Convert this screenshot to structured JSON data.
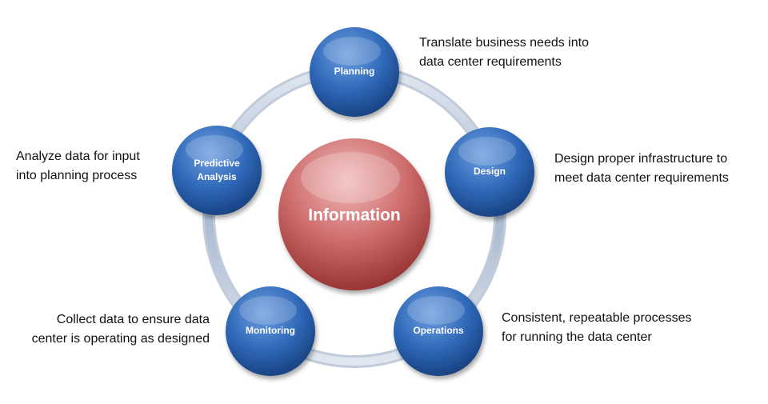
{
  "center": {
    "label": "Information"
  },
  "stages": [
    {
      "id": "planning",
      "lines": [
        "Planning"
      ],
      "desc": [
        "Translate business needs into",
        "data center requirements"
      ]
    },
    {
      "id": "design",
      "lines": [
        "Design"
      ],
      "desc": [
        "Design proper infrastructure to",
        "meet data center requirements"
      ]
    },
    {
      "id": "operations",
      "lines": [
        "Operations"
      ],
      "desc": [
        "Consistent, repeatable processes",
        "for running the data center"
      ]
    },
    {
      "id": "monitoring",
      "lines": [
        "Monitoring"
      ],
      "desc": [
        "Collect data to ensure data",
        "center is operating as designed"
      ]
    },
    {
      "id": "predictive-analysis",
      "lines": [
        "Predictive",
        "Analysis"
      ],
      "desc": [
        "Analyze data for input",
        "into planning process"
      ]
    }
  ],
  "colors": {
    "node_light": "#6f9fe0",
    "node_mid": "#2f68b8",
    "node_dark": "#163d7a",
    "center_light": "#f0b9b9",
    "center_mid": "#cf6d6d",
    "center_dark": "#8e2a2a",
    "ring": "#b8c6d9"
  }
}
